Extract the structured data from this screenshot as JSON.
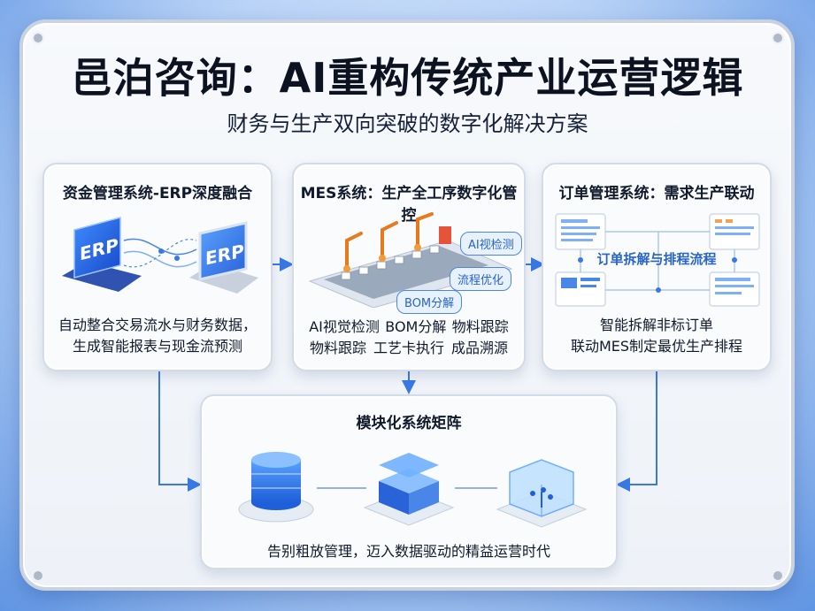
{
  "header": {
    "title": "邑泊咨询：AI重构传统产业运营逻辑",
    "subtitle": "财务与生产双向突破的数字化解决方案"
  },
  "cards": {
    "erp": {
      "title": "资金管理系统-ERP深度融合",
      "badge_left": "ERP",
      "badge_right": "ERP",
      "desc_line1": "自动整合交易流水与财务数据，",
      "desc_line2": "生成智能报表与现金流预测"
    },
    "mes": {
      "title": "MES系统：生产全工序数字化管控",
      "tag_ai": "AI视检测",
      "tag_flow": "流程优化",
      "tag_bom": "BOM分解",
      "features_row1": [
        "AI视觉检测",
        "BOM分解",
        "物料跟踪"
      ],
      "features_row2": [
        "物料跟踪",
        "工艺卡执行",
        "成品溯源"
      ]
    },
    "order": {
      "title": "订单管理系统：需求生产联动",
      "flow_label": "订单拆解与排程流程",
      "desc_line1": "智能拆解非标订单",
      "desc_line2": "联动MES制定最优生产排程"
    }
  },
  "matrix": {
    "title": "模块化系统矩阵",
    "footer": "告别粗放管理，迈入数据驱动的精益运营时代"
  },
  "colors": {
    "accent": "#2f6fe0",
    "arrow": "#3a78e6",
    "title": "#0d1220"
  }
}
